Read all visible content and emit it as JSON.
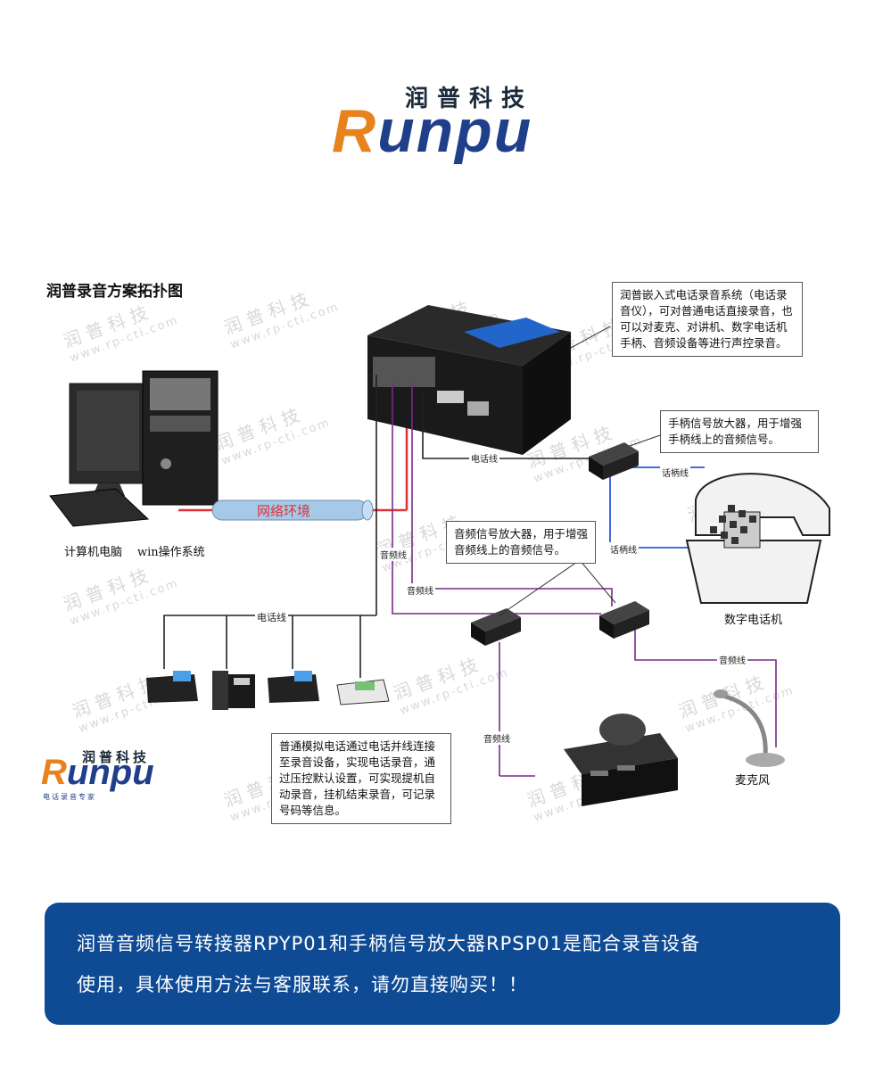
{
  "logo": {
    "cn": "润普科技",
    "latin_first": "R",
    "latin_rest": "unpu"
  },
  "diagram": {
    "title": "润普录音方案拓扑图",
    "watermark_cn": "润 普 科 技",
    "watermark_url": "www.rp-cti.com",
    "notes": {
      "recorder": "润普嵌入式电话录音系统（电话录音仪），可对普通电话直接录音，也可以对麦克、对讲机、数字电话机手柄、音频设备等进行声控录音。",
      "handset_amp": "手柄信号放大器，用于增强手柄线上的音频信号。",
      "audio_amp": "音频信号放大器，用于增强音频线上的音频信号。",
      "analog_phone": "普通模拟电话通过电话并线连接至录音设备，实现电话录音，通过压控默认设置，可实现提机自动录音，挂机结束录音，可记录号码等信息。"
    },
    "labels": {
      "computer": "计算机电脑",
      "os": "win操作系统",
      "network": "网络环境",
      "digital_phone": "数字电话机",
      "microphone": "麦克风"
    },
    "wires": {
      "phone_line": "电话线",
      "handset_line": "话柄线",
      "audio_line": "音频线"
    },
    "bottom_logo": {
      "cn": "润普科技",
      "latin_first": "R",
      "latin_rest": "unpu",
      "tagline": "电话录音专家"
    }
  },
  "banner": {
    "line1": "润普音频信号转接器RPYP01和手柄信号放大器RPSP01是配合录音设备",
    "line2": "使用，具体使用方法与客服联系，请勿直接购买！！"
  },
  "colors": {
    "brand_blue": "#1f3f8a",
    "brand_orange": "#e8821c",
    "banner": "#0f4b95",
    "network_red": "#e0303a",
    "wire_blue": "#2a5bd7",
    "wire_purple": "#7a2a8a",
    "wire_green": "#2a9a3a"
  }
}
